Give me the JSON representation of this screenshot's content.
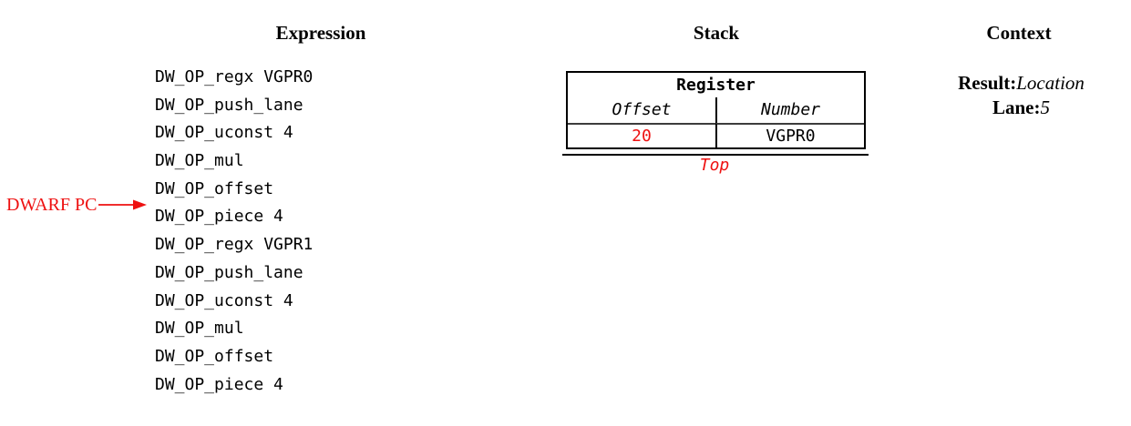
{
  "colors": {
    "red": "#ee1111",
    "text": "#000000",
    "background": "#ffffff"
  },
  "expression": {
    "title": "Expression",
    "items": [
      "DW_OP_regx VGPR0",
      "DW_OP_push_lane",
      "DW_OP_uconst 4",
      "DW_OP_mul",
      "DW_OP_offset",
      "DW_OP_piece 4",
      "DW_OP_regx VGPR1",
      "DW_OP_push_lane",
      "DW_OP_uconst 4",
      "DW_OP_mul",
      "DW_OP_offset",
      "DW_OP_piece 4"
    ],
    "pc_label": "DWARF PC",
    "pc_points_between": [
      "DW_OP_offset",
      "DW_OP_piece 4"
    ]
  },
  "stack": {
    "title": "Stack",
    "table": {
      "header": "Register",
      "col_headers": [
        "Offset",
        "Number"
      ],
      "rows": [
        {
          "offset": "20",
          "number": "VGPR0"
        }
      ]
    },
    "top_label": "Top"
  },
  "context": {
    "title": "Context",
    "fields": [
      {
        "label": "Result:",
        "value": "Location"
      },
      {
        "label": "Lane:",
        "value": "5"
      }
    ]
  }
}
